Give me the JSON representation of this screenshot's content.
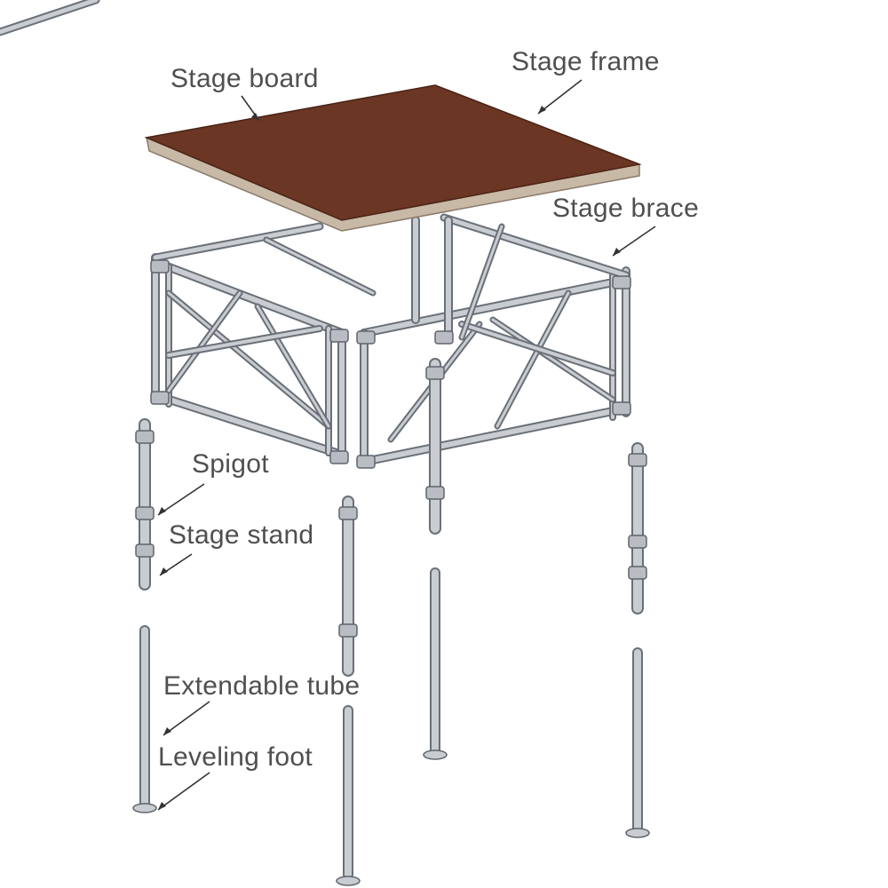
{
  "colors": {
    "board": "#6b3624",
    "board_edge": "#c8b8a6",
    "steel": "#c9ccd1",
    "steel_outline": "#6a7078",
    "label": "#4f4f4f"
  },
  "labels": {
    "stage_board": "Stage board",
    "stage_frame": "Stage frame",
    "stage_brace": "Stage brace",
    "spigot": "Spigot",
    "stage_stand": "Stage stand",
    "extendable_tube": "Extendable tube",
    "leveling_foot": "Leveling foot"
  }
}
